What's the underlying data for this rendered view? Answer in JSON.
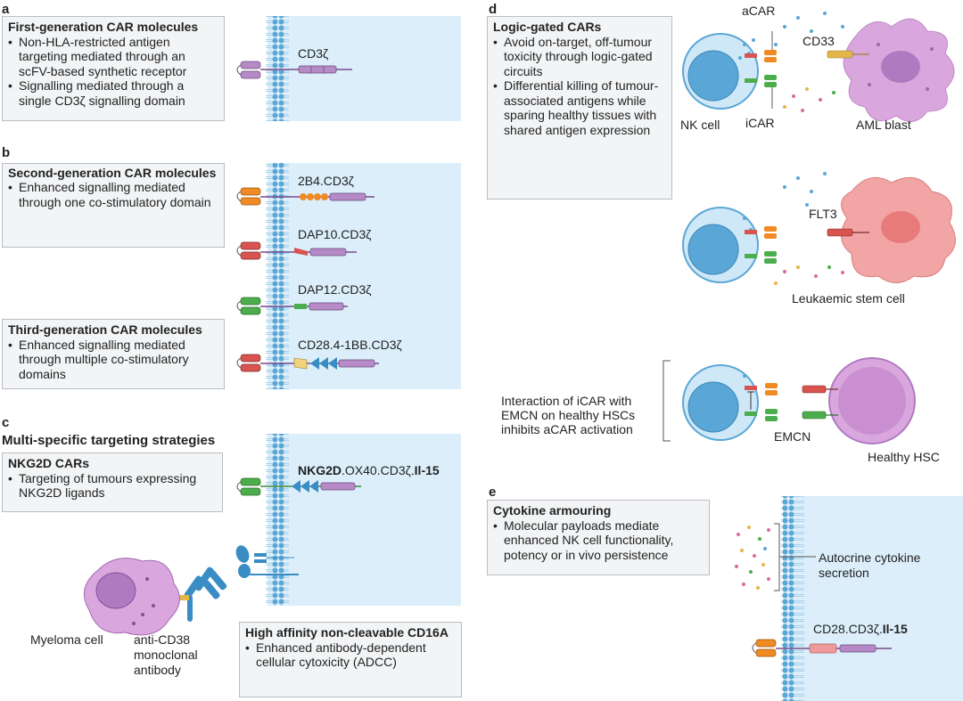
{
  "panels": {
    "a": "a",
    "b": "b",
    "c": "c",
    "d": "d",
    "e": "e"
  },
  "a": {
    "box_title": "First-generation CAR molecules",
    "bullets": [
      "Non-HLA-restricted antigen targeting mediated through an scFV-based synthetic receptor",
      "Signalling mediated through a single CD3ζ signalling domain"
    ],
    "construct": "CD3ζ"
  },
  "b": {
    "box1_title": "Second-generation CAR molecules",
    "box1_bullets": [
      "Enhanced signalling mediated through one co-stimulatory domain"
    ],
    "box2_title": "Third-generation CAR molecules",
    "box2_bullets": [
      "Enhanced signalling mediated through multiple co-stimulatory domains"
    ],
    "constructs": [
      "2B4.CD3ζ",
      "DAP10.CD3ζ",
      "DAP12.CD3ζ",
      "CD28.4-1BB.CD3ζ"
    ]
  },
  "c": {
    "heading": "Multi-specific targeting strategies",
    "box1_title": "NKG2D CARs",
    "box1_bullets": [
      "Targeting of tumours expressing NKG2D ligands"
    ],
    "construct_bold": "NKG2D",
    "construct_mid": ".OX40.CD3ζ.",
    "construct_end": "Il-15",
    "myeloma": "Myeloma cell",
    "antibody": "anti-CD38 monoclonal antibody",
    "box2_title": "High affinity non-cleavable CD16A",
    "box2_bullets": [
      "Enhanced antibody-dependent cellular cytoxicity (ADCC)"
    ]
  },
  "d": {
    "box_title": "Logic-gated CARs",
    "bullets": [
      "Avoid on-target, off-tumour toxicity through logic-gated circuits",
      "Differential killing of tumour-associated antigens while sparing healthy tissues with shared antigen expression"
    ],
    "acar": "aCAR",
    "cd33": "CD33",
    "nk_cell": "NK cell",
    "icar": "iCAR",
    "aml": "AML blast",
    "flt3": "FLT3",
    "lsc": "Leukaemic stem cell",
    "interaction": "Interaction of iCAR with EMCN on healthy HSCs inhibits aCAR activation",
    "emcn": "EMCN",
    "hsc": "Healthy HSC"
  },
  "e": {
    "box_title": "Cytokine armouring",
    "bullets": [
      "Molecular payloads mediate enhanced NK cell functionality, potency or in vivo persistence"
    ],
    "autocrine": "Autocrine cytokine secretion",
    "construct_pre": "CD28.CD3ζ.",
    "construct_end": "Il-15"
  },
  "colors": {
    "membrane": "#5aa6d6",
    "panel_bg": "#dbeefa",
    "cd3z": "#b58ac7",
    "costim_red": "#d9534f",
    "costim_green": "#4cad4c",
    "costim_orange": "#f08a24",
    "tumour_purple": "#c98fd0",
    "lsc_pink": "#ef9a9a"
  }
}
